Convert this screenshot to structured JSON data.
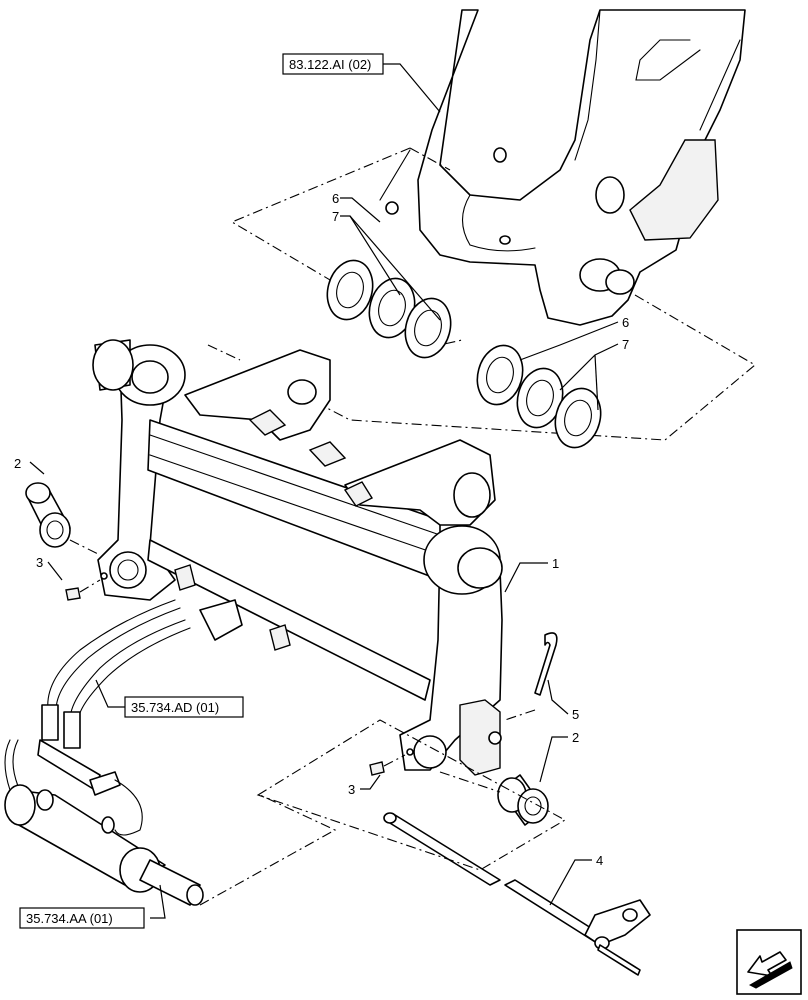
{
  "callouts": {
    "c1": "1",
    "c2a": "2",
    "c2b": "2",
    "c3a": "3",
    "c3b": "3",
    "c4": "4",
    "c5": "5",
    "c6a": "6",
    "c6b": "6",
    "c7a": "7",
    "c7b": "7"
  },
  "references": {
    "r1": "83.122.AI (02)",
    "r2": "35.734.AD (01)",
    "r3": "35.734.AA (01)"
  },
  "nav_icon": "arrow-back-icon"
}
